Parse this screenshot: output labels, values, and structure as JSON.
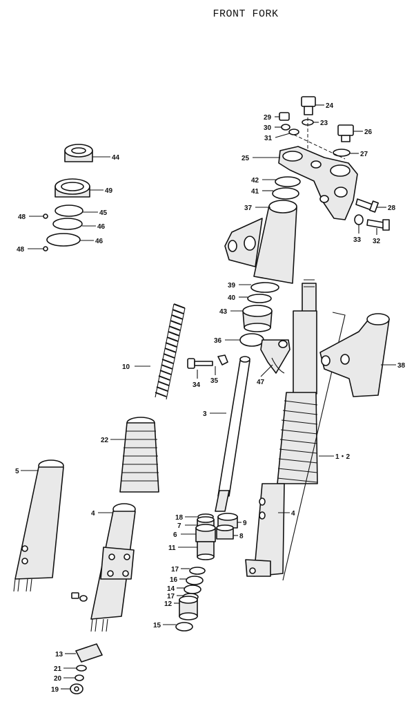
{
  "title": "FRONT FORK",
  "callouts": [
    {
      "n": "24",
      "text": "24"
    },
    {
      "n": "23",
      "text": "23"
    },
    {
      "n": "29",
      "text": "29"
    },
    {
      "n": "30",
      "text": "30"
    },
    {
      "n": "31",
      "text": "31"
    },
    {
      "n": "26",
      "text": "26"
    },
    {
      "n": "27",
      "text": "27"
    },
    {
      "n": "25",
      "text": "25"
    },
    {
      "n": "42",
      "text": "42"
    },
    {
      "n": "41",
      "text": "41"
    },
    {
      "n": "37",
      "text": "37"
    },
    {
      "n": "28",
      "text": "28"
    },
    {
      "n": "33",
      "text": "33"
    },
    {
      "n": "32",
      "text": "32"
    },
    {
      "n": "44",
      "text": "44"
    },
    {
      "n": "49",
      "text": "49"
    },
    {
      "n": "48a",
      "text": "48"
    },
    {
      "n": "45",
      "text": "45"
    },
    {
      "n": "46a",
      "text": "46"
    },
    {
      "n": "48b",
      "text": "48"
    },
    {
      "n": "46b",
      "text": "46"
    },
    {
      "n": "39",
      "text": "39"
    },
    {
      "n": "40",
      "text": "40"
    },
    {
      "n": "43",
      "text": "43"
    },
    {
      "n": "36",
      "text": "36"
    },
    {
      "n": "10",
      "text": "10"
    },
    {
      "n": "34",
      "text": "34"
    },
    {
      "n": "35",
      "text": "35"
    },
    {
      "n": "47",
      "text": "47"
    },
    {
      "n": "38",
      "text": "38"
    },
    {
      "n": "3",
      "text": "3"
    },
    {
      "n": "22",
      "text": "22"
    },
    {
      "n": "12a",
      "text": "1・2"
    },
    {
      "n": "5",
      "text": "5"
    },
    {
      "n": "4a",
      "text": "4"
    },
    {
      "n": "4b",
      "text": "4"
    },
    {
      "n": "18",
      "text": "18"
    },
    {
      "n": "7",
      "text": "7"
    },
    {
      "n": "9",
      "text": "9"
    },
    {
      "n": "6",
      "text": "6"
    },
    {
      "n": "8",
      "text": "8"
    },
    {
      "n": "11",
      "text": "11"
    },
    {
      "n": "17a",
      "text": "17"
    },
    {
      "n": "16",
      "text": "16"
    },
    {
      "n": "14",
      "text": "14"
    },
    {
      "n": "17b",
      "text": "17"
    },
    {
      "n": "12",
      "text": "12"
    },
    {
      "n": "15",
      "text": "15"
    },
    {
      "n": "13",
      "text": "13"
    },
    {
      "n": "21",
      "text": "21"
    },
    {
      "n": "20",
      "text": "20"
    },
    {
      "n": "19",
      "text": "19"
    }
  ]
}
